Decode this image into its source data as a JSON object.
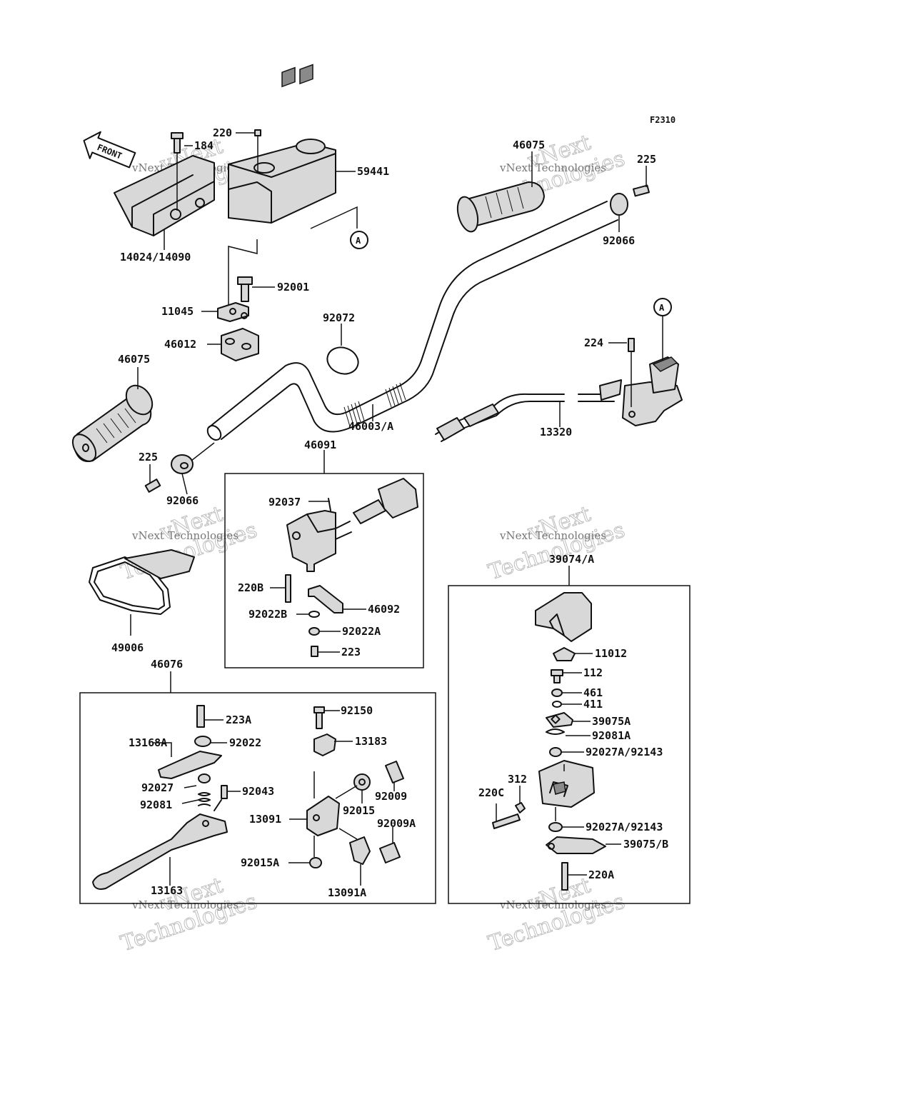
{
  "figure_code": "F2310",
  "front_label": "FRONT",
  "watermark": {
    "line1": "vNext",
    "line2": "Technologies",
    "caption": "vNext Technologies"
  },
  "callout": "A",
  "parts": {
    "p59441": "59441",
    "p220": "220",
    "p184": "184",
    "p14024": "14024/14090",
    "p92001": "92001",
    "p11045": "11045",
    "p46012": "46012",
    "p92072": "92072",
    "p46075_left": "46075",
    "p46075_right": "46075",
    "p225_left": "225",
    "p225_right": "225",
    "p92066_left": "92066",
    "p92066_right": "92066",
    "p46003": "46003/A",
    "p13320": "13320",
    "p224": "224",
    "p46091": "46091",
    "p92037": "92037",
    "p220B": "220B",
    "p46092": "46092",
    "p92022B": "92022B",
    "p92022A": "92022A",
    "p223": "223",
    "p49006": "49006",
    "p46076": "46076",
    "p223A": "223A",
    "p13168A": "13168A",
    "p92022": "92022",
    "p92027": "92027",
    "p92043": "92043",
    "p92081": "92081",
    "p13163": "13163",
    "p92150": "92150",
    "p13183": "13183",
    "p92009": "92009",
    "p92015": "92015",
    "p13091": "13091",
    "p92009A": "92009A",
    "p92015A": "92015A",
    "p13091A": "13091A",
    "p39074": "39074/A",
    "p11012": "11012",
    "p112": "112",
    "p461": "461",
    "p411": "411",
    "p39075A": "39075A",
    "p92081A": "92081A",
    "p92027A_1": "92027A/92143",
    "p312": "312",
    "p220C": "220C",
    "p92027A_2": "92027A/92143",
    "p39075B": "39075/B",
    "p220A": "220A"
  }
}
